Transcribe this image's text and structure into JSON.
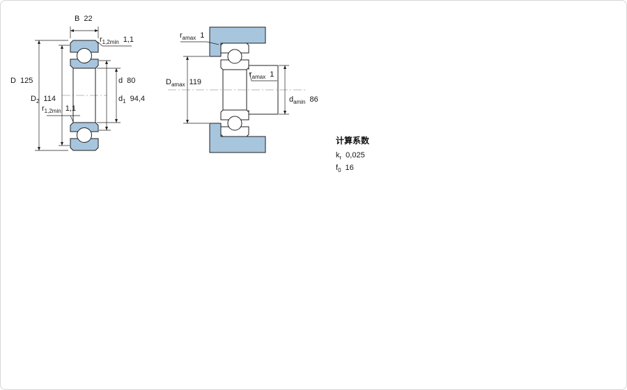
{
  "left_view": {
    "labels": {
      "B": {
        "main": "B",
        "sub": "",
        "value": "22"
      },
      "r_top": {
        "main": "r",
        "sub": "1,2min",
        "value": "1,1"
      },
      "D": {
        "main": "D",
        "sub": "",
        "value": "125"
      },
      "D2": {
        "main": "D",
        "sub": "2",
        "value": "114"
      },
      "d": {
        "main": "d",
        "sub": "",
        "value": "80"
      },
      "d1": {
        "main": "d",
        "sub": "1",
        "value": "94,4"
      },
      "r_bottom": {
        "main": "r",
        "sub": "1,2min",
        "value": "1,1"
      }
    }
  },
  "right_view": {
    "labels": {
      "r_amax_top": {
        "main": "r",
        "sub": "amax",
        "value": "1"
      },
      "D_amax": {
        "main": "D",
        "sub": "amax",
        "value": "119"
      },
      "r_amax_mid": {
        "main": "r",
        "sub": "amax",
        "value": "1"
      },
      "d_amin": {
        "main": "d",
        "sub": "amin",
        "value": "86"
      }
    }
  },
  "calculation_factors": {
    "title": "计算系数",
    "k_r": {
      "main": "k",
      "sub": "r",
      "value": "0,025"
    },
    "f_0": {
      "main": "f",
      "sub": "0",
      "value": "16"
    }
  },
  "colors": {
    "section_fill": "#a8c5de",
    "line": "#1f1f1f"
  }
}
